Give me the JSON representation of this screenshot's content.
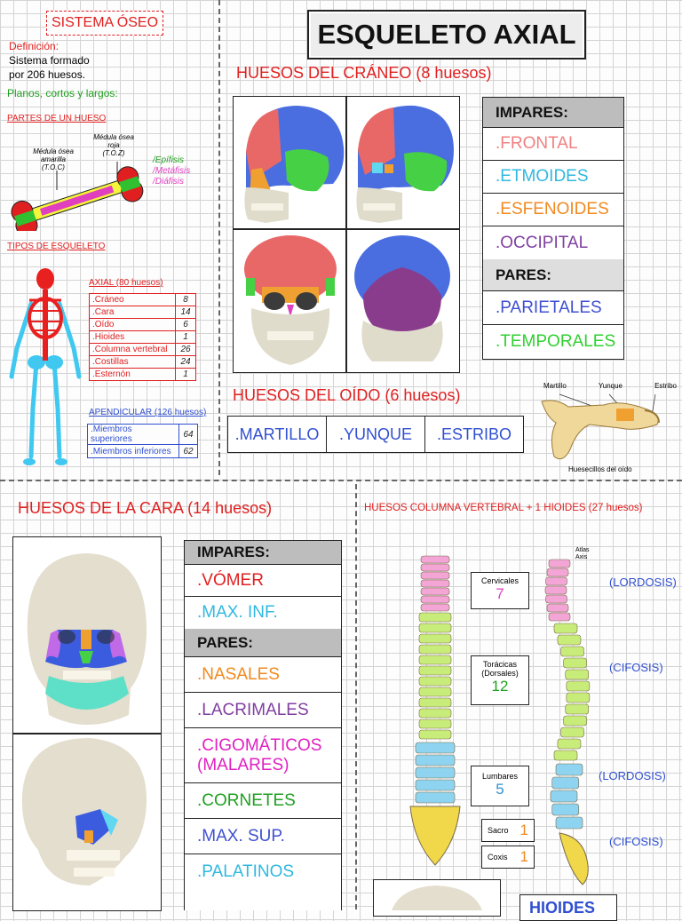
{
  "sidebar": {
    "title": "SISTEMA ÓSEO",
    "definicion_label": "Definición:",
    "definicion_text_1": "Sistema formado",
    "definicion_text_2": "por 206 huesos.",
    "planos": "Planos, cortos y largos:",
    "partes_title": "PARTES DE UN HUESO",
    "medula_amarilla": "Médula ósea amarilla",
    "medula_amarilla_code": "(T.O.C)",
    "medula_roja": "Médula ósea roja",
    "medula_roja_code": "(T.O.Z)",
    "epifisis": "Epífisis",
    "metafisis": "Metáfisis",
    "diafisis": "Diáfisis",
    "tipos_title": "TIPOS DE ESQUELETO",
    "axial_heading": "AXIAL (80 huesos)",
    "axial_rows": [
      {
        "label": ".Cráneo",
        "n": "8"
      },
      {
        "label": ".Cara",
        "n": "14"
      },
      {
        "label": ".Oído",
        "n": "6"
      },
      {
        "label": ".Hioides",
        "n": "1"
      },
      {
        "label": ".Columna vertebral",
        "n": "26"
      },
      {
        "label": ".Costillas",
        "n": "24"
      },
      {
        "label": ".Esternón",
        "n": "1"
      }
    ],
    "apendicular_heading": "APENDICULAR (126 huesos)",
    "apendicular_rows": [
      {
        "label": ".Miembros superiores",
        "n": "64"
      },
      {
        "label": ".Miembros inferiores",
        "n": "62"
      }
    ]
  },
  "main_title": "ESQUELETO AXIAL",
  "craneo": {
    "heading": "HUESOS DEL CRÁNEO",
    "count": "(8 huesos)",
    "impares_label": "IMPARES:",
    "impares": [
      {
        "text": ".FRONTAL",
        "color": "#f08080"
      },
      {
        "text": ".ETMOIDES",
        "color": "#30b8e0"
      },
      {
        "text": ".ESFENOIDES",
        "color": "#f08a20"
      },
      {
        "text": ".OCCIPITAL",
        "color": "#8040a0"
      }
    ],
    "pares_label": "PARES:",
    "pares": [
      {
        "text": ".PARIETALES",
        "color": "#4050d0"
      },
      {
        "text": ".TEMPORALES",
        "color": "#30d030"
      }
    ]
  },
  "oido": {
    "heading": "HUESOS DEL OÍDO",
    "count": "(6 huesos)",
    "items": [
      ".MARTILLO",
      ".YUNQUE",
      ".ESTRIBO"
    ],
    "diagram_labels": [
      "Martillo",
      "Yunque",
      "Estribo"
    ],
    "diagram_caption": "Huesecillos del oído"
  },
  "cara": {
    "heading": "HUESOS DE LA CARA",
    "count": "(14 huesos)",
    "impares_label": "IMPARES:",
    "impares": [
      {
        "text": ".VÓMER",
        "color": "#e02020"
      },
      {
        "text": ".MAX. INF.",
        "color": "#30b8e0"
      }
    ],
    "pares_label": "PARES:",
    "pares": [
      {
        "text": ".NASALES",
        "color": "#f08a20"
      },
      {
        "text": ".LACRIMALES",
        "color": "#8040a0"
      },
      {
        "text": ".CIGOMÁTICOS (MALARES)",
        "color": "#e020c0"
      },
      {
        "text": ".CORNETES",
        "color": "#20a020"
      },
      {
        "text": ".MAX. SUP.",
        "color": "#4050d0"
      },
      {
        "text": ".PALATINOS",
        "color": "#30b8e0"
      }
    ]
  },
  "columna": {
    "heading": "HUESOS COLUMNA VERTEBRAL + 1 HIOIDES (27 huesos)",
    "cervicales_label": "Cervicales",
    "cervicales_n": "7",
    "toracicas_label": "Torácicas (Dorsales)",
    "toracicas_n": "12",
    "lumbares_label": "Lumbares",
    "lumbares_n": "5",
    "sacro_label": "Sacro",
    "sacro_n": "1",
    "coxis_label": "Coxis",
    "coxis_n": "1",
    "atlas": "Atlas",
    "axis": "Axis",
    "curvas": [
      "(LORDOSIS)",
      "(CIFOSIS)",
      "(LORDOSIS)",
      "(CIFOSIS)"
    ],
    "hioides": "HIOIDES"
  },
  "colors": {
    "accent_red": "#e02020",
    "grid": "#d4d4d4"
  }
}
